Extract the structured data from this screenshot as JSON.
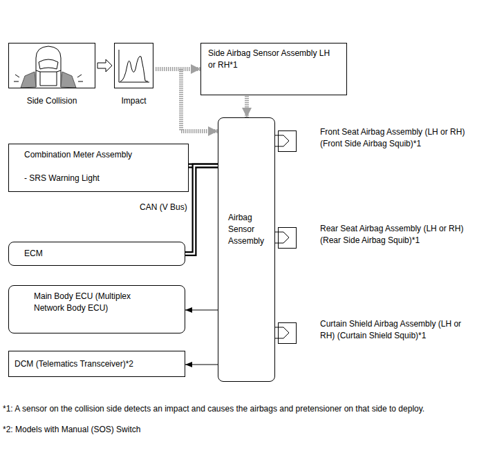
{
  "diagram": {
    "nodes": [
      {
        "text": [
          "Side Collision"
        ]
      },
      {
        "text": [
          "Impact"
        ]
      },
      {
        "text": [
          "Side Airbag Sensor Assembly LH or RH*1"
        ]
      },
      {
        "text": [
          "Combination Meter Assembly",
          "- SRS Warning Light"
        ]
      },
      {
        "text": [
          "Airbag Sensor Assembly"
        ]
      },
      {
        "text": [
          "ECM"
        ]
      },
      {
        "text": [
          "Main Body ECU (Multiplex Network Body ECU)"
        ]
      },
      {
        "text": [
          "DCM (Telematics Transceiver)*2"
        ]
      },
      {
        "text": [
          "Front Seat Airbag Assembly (LH or RH) (Front Side Airbag Squib)*1"
        ]
      },
      {
        "text": [
          "Rear Seat Airbag Assembly (LH or RH) (Rear Side Airbag Squib)*1"
        ]
      },
      {
        "text": [
          "Curtain Shield Airbag Assembly (LH or RH) (Curtain Shield Squib)*1"
        ]
      }
    ],
    "edges": [
      {
        "from": 0,
        "to": 1,
        "arrow": "to"
      },
      {
        "from": 1,
        "to": 2,
        "arrow": "to"
      },
      {
        "from": 1,
        "to": 4,
        "arrow": "to"
      },
      {
        "from": 2,
        "to": 4,
        "arrow": "to"
      },
      {
        "from": 3,
        "to": 4,
        "arrow": "none"
      },
      {
        "from": 5,
        "to": 4,
        "arrow": "none"
      },
      {
        "from": 4,
        "to": 6,
        "arrow": "to"
      },
      {
        "from": 4,
        "to": 7,
        "arrow": "to"
      }
    ],
    "labels": [
      "CAN (V Bus)",
      "*1: A sensor on the collision side detects an impact and causes the airbags and pretensioner on that side to deploy.",
      "*2: Models with Manual (SOS) Switch"
    ]
  }
}
